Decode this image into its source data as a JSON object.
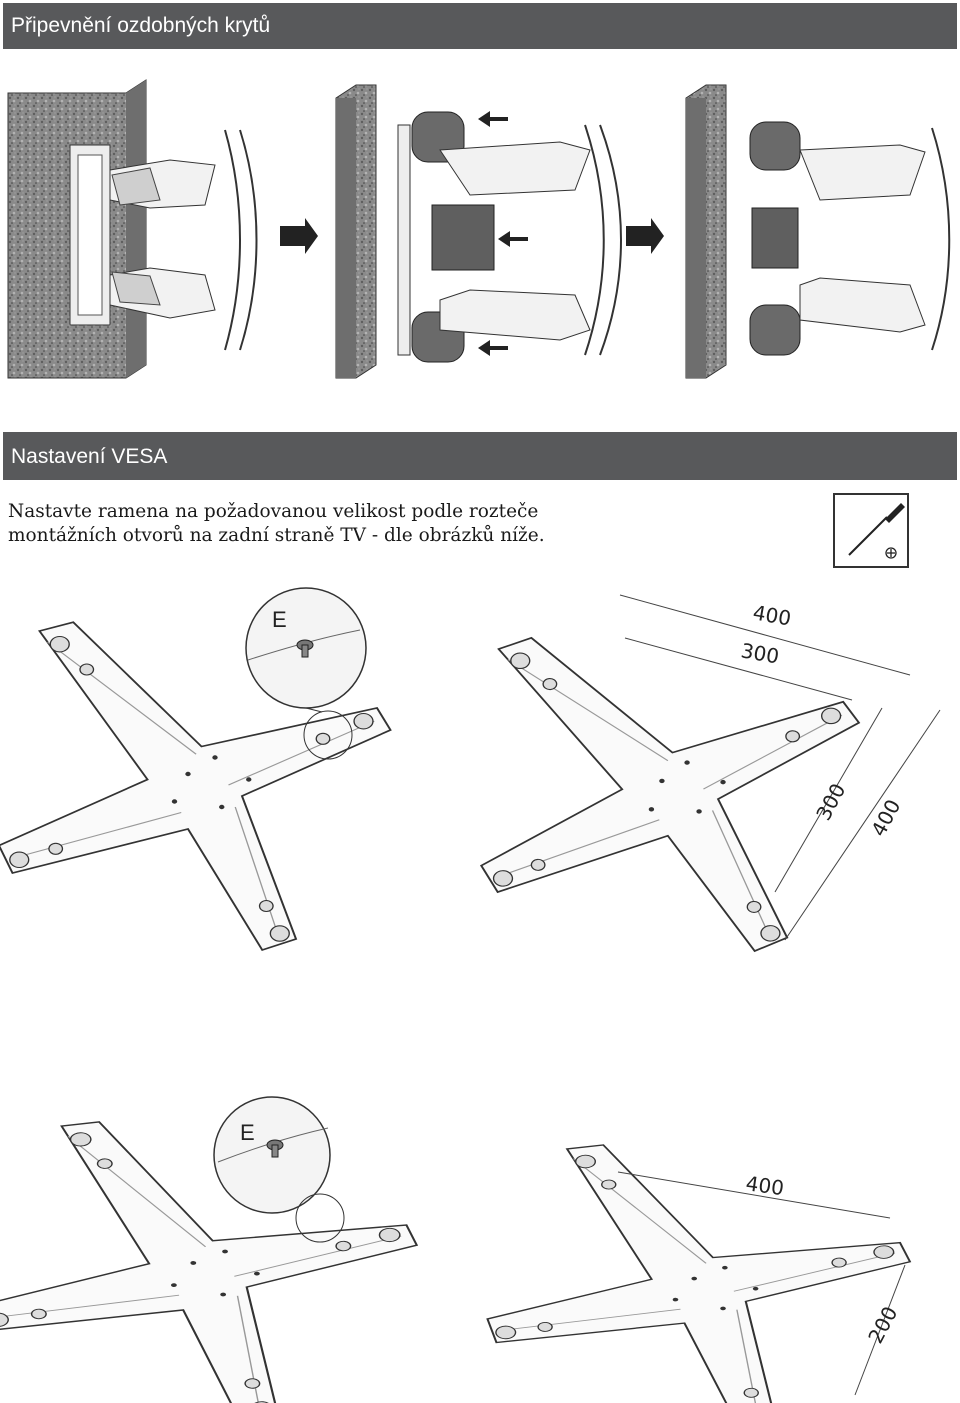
{
  "sections": {
    "covers_title": "Připevnění ozdobných krytů",
    "vesa_title": "Nastavení VESA"
  },
  "instructions": {
    "line1": "Nastavte ramena na požadovanou velikost podle rozteče",
    "line2": "montážních otvorů na zadní straně TV - dle obrázků níže."
  },
  "tool": {
    "icon": "phillips-screwdriver-icon",
    "symbol": "⊕"
  },
  "figures": {
    "callout_top": "E",
    "callout_bottom": "E",
    "dim_top_w_outer": "400",
    "dim_top_w_inner": "300",
    "dim_top_h_inner": "300",
    "dim_top_h_outer": "400",
    "dim_bottom_w": "400",
    "dim_bottom_h": "200"
  }
}
